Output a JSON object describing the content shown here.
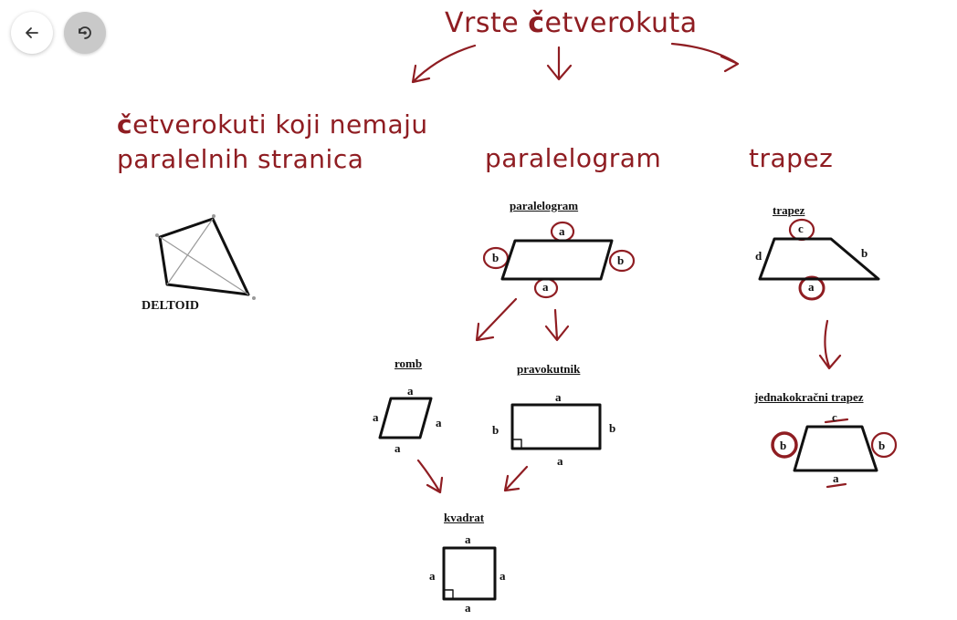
{
  "toolbar": {
    "back_icon": "arrow-left-icon",
    "refresh_icon": "refresh-icon"
  },
  "title": {
    "bold": "č",
    "pre": "Vrste ",
    "post": "etverokuta"
  },
  "headings": {
    "no_parallel_line1_bold": "č",
    "no_parallel_line1_rest": "etverokuti koji nemaju",
    "no_parallel_line2": "paralelnih stranica",
    "parallelogram": "paralelogram",
    "trapezoid": "trapez"
  },
  "figures": {
    "deltoid": {
      "label": "DELTOID"
    },
    "paralelogram": {
      "label": "paralelogram",
      "side_a": "a",
      "side_b": "b"
    },
    "trapez": {
      "label": "trapez",
      "side_a": "a",
      "side_b": "b",
      "side_c": "c",
      "side_d": "d"
    },
    "romb": {
      "label": "romb",
      "side": "a"
    },
    "pravokutnik": {
      "label": "pravokutnik",
      "side_a": "a",
      "side_b": "b"
    },
    "jednakokracni_trapez": {
      "label": "jednakokračni trapez",
      "side_a": "a",
      "side_b": "b",
      "side_c": "c"
    },
    "kvadrat": {
      "label": "kvadrat",
      "side": "a"
    }
  },
  "colors": {
    "handwriting": "#8f1d22",
    "print": "#111111"
  }
}
